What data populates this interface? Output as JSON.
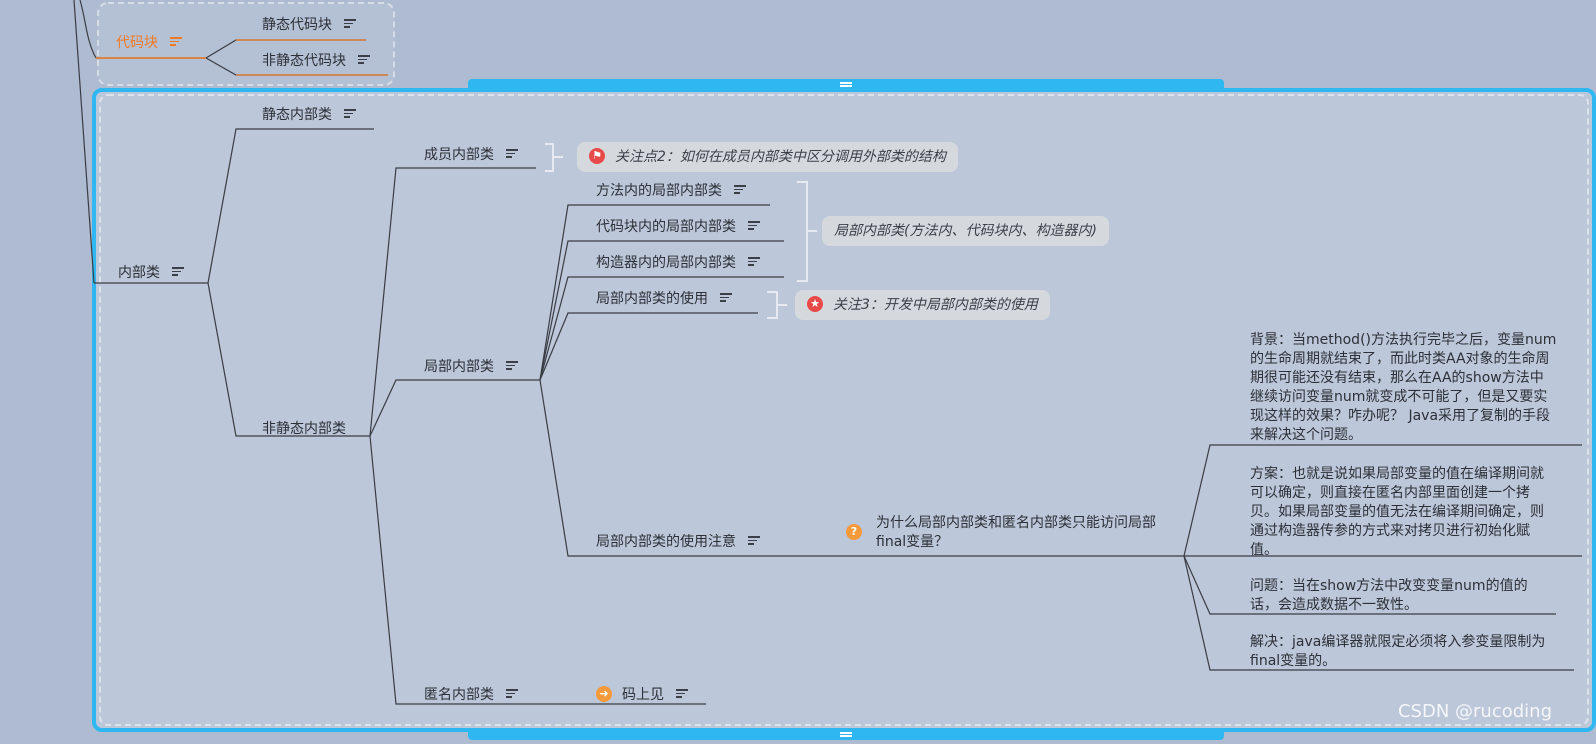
{
  "diagram": {
    "nodes": {
      "code_block": "代码块",
      "static_code_block": "静态代码块",
      "nonstatic_code_block": "非静态代码块",
      "inner_class": "内部类",
      "static_inner": "静态内部类",
      "nonstatic_inner": "非静态内部类",
      "member_inner": "成员内部类",
      "local_inner": "局部内部类",
      "anonymous_inner": "匿名内部类",
      "local_in_method": "方法内的局部内部类",
      "local_in_block": "代码块内的局部内部类",
      "local_in_constructor": "构造器内的局部内部类",
      "local_usage": "局部内部类的使用",
      "local_usage_notes": "局部内部类的使用注意",
      "see_code": "码上见",
      "why_question": "为什么局部内部类和匿名内部类只能访问局部",
      "why_question_2": "final变量？"
    },
    "summaries": {
      "focus2": "关注点2：如何在成员内部类中区分调用外部类的结构",
      "local_kinds": "局部内部类(方法内、代码块内、构造器内)",
      "focus3": "关注3：开发中局部内部类的使用"
    },
    "paragraphs": {
      "background": [
        "背景：当method()方法执行完毕之后，变量num",
        "的生命周期就结束了，而此时类AA对象的生命周",
        "期很可能还没有结束，那么在AA的show方法中",
        "继续访问变量num就变成不可能了，但是又要实",
        "现这样的效果？咋办呢？ Java采用了复制的手段",
        "来解决这个问题。"
      ],
      "solution": [
        "方案：也就是说如果局部变量的值在编译期间就",
        "可以确定，则直接在匿名内部里面创建一个拷",
        "贝。如果局部变量的值无法在编译期间确定，则",
        "通过构造器传参的方式来对拷贝进行初始化赋",
        "值。"
      ],
      "problem": [
        "问题：当在show方法中改变变量num的值的",
        "话，会造成数据不一致性。"
      ],
      "resolve": [
        "解决：java编译器就限定必须将入参变量限制为",
        "final变量的。"
      ]
    },
    "icons": {
      "note": "notes-icon",
      "flag": "flag-icon",
      "star": "star-icon",
      "question": "question-icon",
      "arrow": "arrow-right-icon"
    },
    "colors": {
      "background": "#aebbd0",
      "frame": "#2fb7f2",
      "accent_orange": "#f07a24",
      "line": "#3a3d44"
    }
  },
  "watermark": "CSDN @rucoding"
}
